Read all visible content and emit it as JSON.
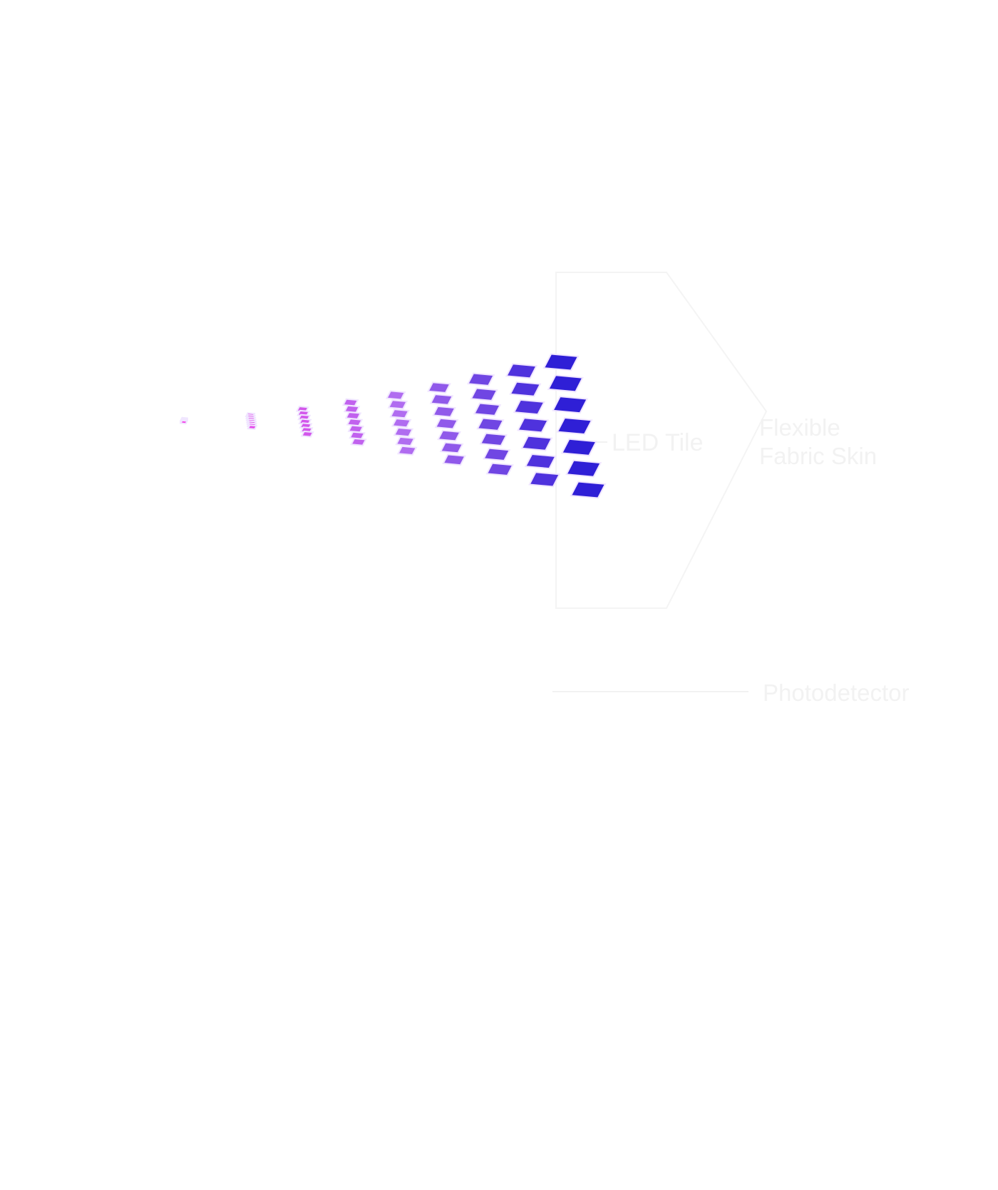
{
  "labels": {
    "led_tile": "LED Tile",
    "fabric_skin": "Flexible\nFabric Skin",
    "pcb": "Photodetector"
  },
  "colors": {
    "tile_pink": "#f542e6",
    "tile_violet": "#b06cf0",
    "tile_blue": "#2f1fd6",
    "outline": "#f4f4f4",
    "label": "#f2f2f2"
  },
  "diagram": {
    "type": "exploded-view",
    "layers": [
      "LED Tile",
      "Flexible Fabric Skin",
      "Photodetector"
    ]
  }
}
